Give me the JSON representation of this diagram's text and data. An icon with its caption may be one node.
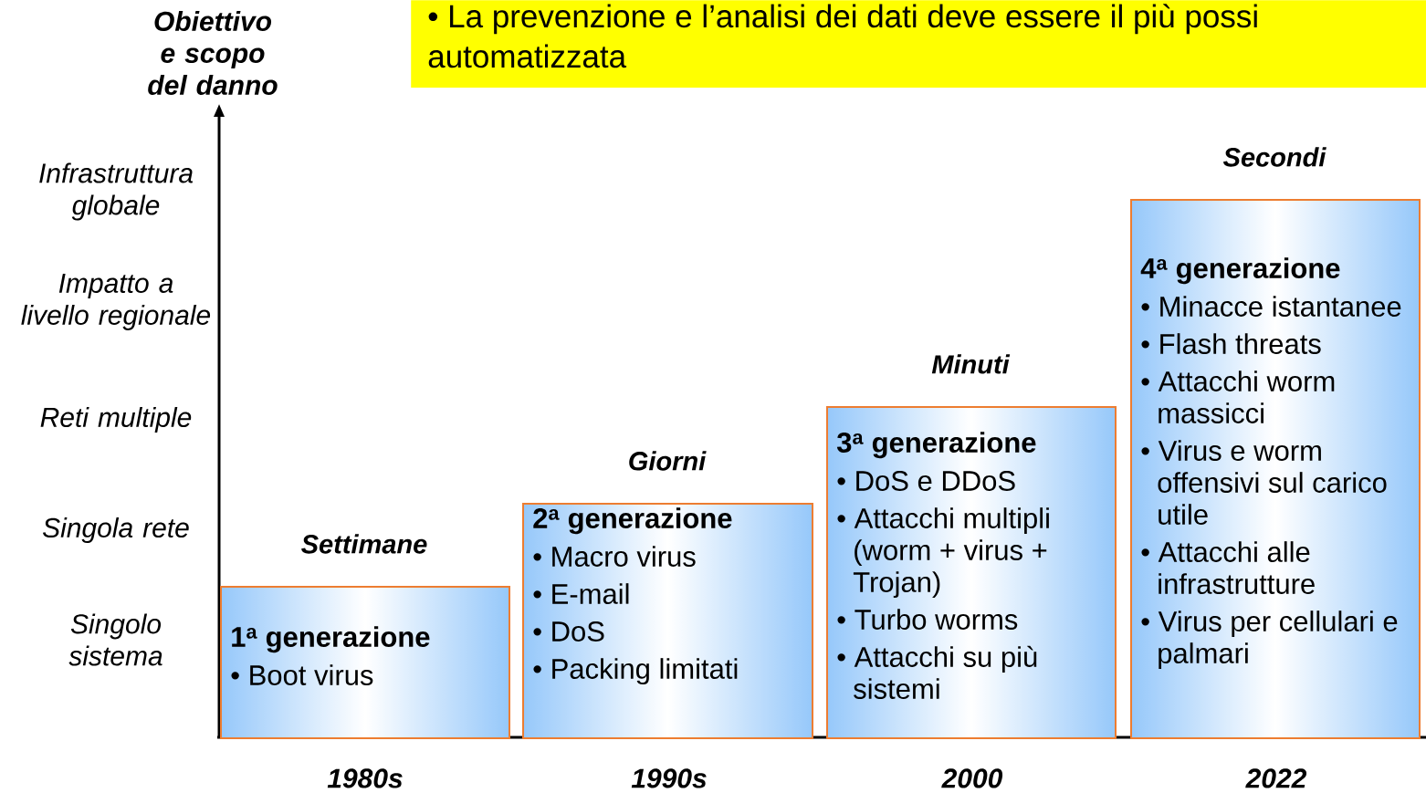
{
  "diagram": {
    "nodes": [
      {
        "text": [
          "• La prevenzione e l’analisi dei dati deve essere il più possi automatizzata"
        ]
      },
      {
        "text": [
          "1$^{a}$ generazione",
          "• Boot virus"
        ],
        "beside": [
          "Settimane"
        ]
      },
      {
        "text": [
          "2$^{a}$ generazione",
          "• Macro virus",
          "• E-mail",
          "• DoS",
          "• Packing limitati"
        ],
        "beside": [
          "Giorni"
        ]
      },
      {
        "text": [
          "3$^{a}$ generazione",
          "• DoS e DDoS",
          "• Attacchi multipli (worm + virus + Trojan)",
          "• Turbo worms",
          "• Attacchi su più sistemi"
        ],
        "beside": [
          "Minuti"
        ]
      },
      {
        "text": [
          "4$^{a}$ generazione",
          "• Minacce istantanee",
          "• Flash threats",
          "• Attacchi worm massicci",
          "• Virus e worm offensivi sul carico utile",
          "• Attacchi alle infrastrutture",
          "• Virus per cellulari e palmari"
        ],
        "beside": [
          "Secondi"
        ]
      }
    ],
    "labels": [
      "Obiettivo e scopo del danno",
      "Infrastruttura globale",
      "Impatto a livello regionale",
      "Reti multiple",
      "Singola rete",
      "Singolo sistema",
      "1980s",
      "1990s",
      "2000",
      "2022"
    ]
  }
}
